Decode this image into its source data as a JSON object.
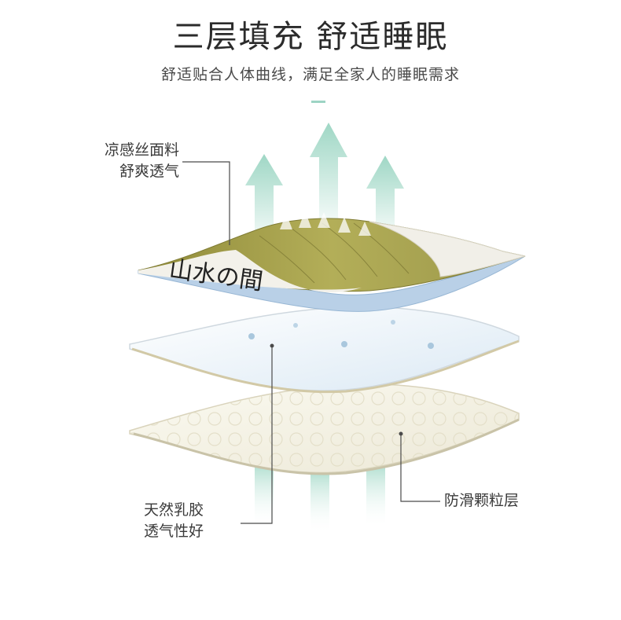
{
  "header": {
    "title": "三层填充 舒适睡眠",
    "subtitle": "舒适贴合人体曲线，满足全家人的睡眠需求"
  },
  "layers": {
    "top": {
      "line1": "凉感丝面料",
      "line2": "舒爽透气",
      "print_text": "山水の間"
    },
    "middle": {
      "line1": "天然乳胶",
      "line2": "透气性好"
    },
    "bottom": {
      "line1": "防滑颗粒层"
    }
  },
  "colors": {
    "arrow": "#a9dccb",
    "fabric_olive": "#a9a44e",
    "fabric_blue": "#b7cfe6",
    "latex": "#eef5fb",
    "bottom_layer": "#f4f1e4"
  }
}
